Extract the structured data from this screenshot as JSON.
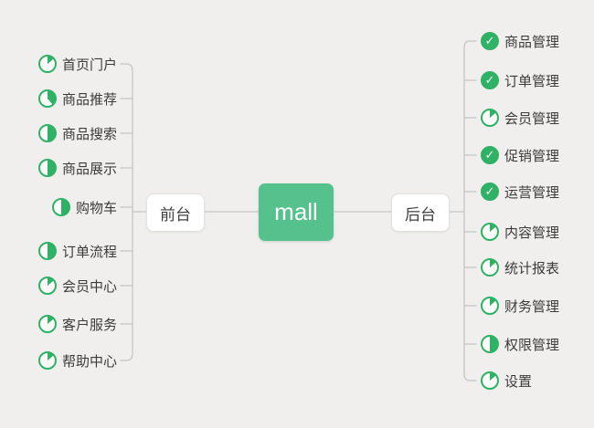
{
  "canvas": {
    "background_color": "#f0efed",
    "connector_color": "#c3c3c1"
  },
  "root": {
    "label": "mall",
    "node_color": "#55c18c",
    "text_color": "#ffffff"
  },
  "colors": {
    "icon_green": "#2fb166",
    "topic_text": "#3b3b3b"
  },
  "branches": [
    {
      "label": "前台",
      "side": "left",
      "items": [
        {
          "label": "首页门户",
          "icon": "progress-pie-1-8"
        },
        {
          "label": "商品推荐",
          "icon": "progress-pie-3-8"
        },
        {
          "label": "商品搜索",
          "icon": "progress-pie-half"
        },
        {
          "label": "商品展示",
          "icon": "progress-pie-half"
        },
        {
          "label": "购物车",
          "icon": "progress-pie-half"
        },
        {
          "label": "订单流程",
          "icon": "progress-pie-half"
        },
        {
          "label": "会员中心",
          "icon": "progress-pie-1-8"
        },
        {
          "label": "客户服务",
          "icon": "progress-pie-1-8"
        },
        {
          "label": "帮助中心",
          "icon": "progress-pie-1-8"
        }
      ]
    },
    {
      "label": "后台",
      "side": "right",
      "items": [
        {
          "label": "商品管理",
          "icon": "progress-check"
        },
        {
          "label": "订单管理",
          "icon": "progress-check"
        },
        {
          "label": "会员管理",
          "icon": "progress-pie-1-8"
        },
        {
          "label": "促销管理",
          "icon": "progress-check"
        },
        {
          "label": "运营管理",
          "icon": "progress-check"
        },
        {
          "label": "内容管理",
          "icon": "progress-pie-1-8"
        },
        {
          "label": "统计报表",
          "icon": "progress-pie-1-8"
        },
        {
          "label": "财务管理",
          "icon": "progress-pie-1-8"
        },
        {
          "label": "权限管理",
          "icon": "progress-pie-half"
        },
        {
          "label": "设置",
          "icon": "progress-pie-1-8"
        }
      ]
    }
  ]
}
